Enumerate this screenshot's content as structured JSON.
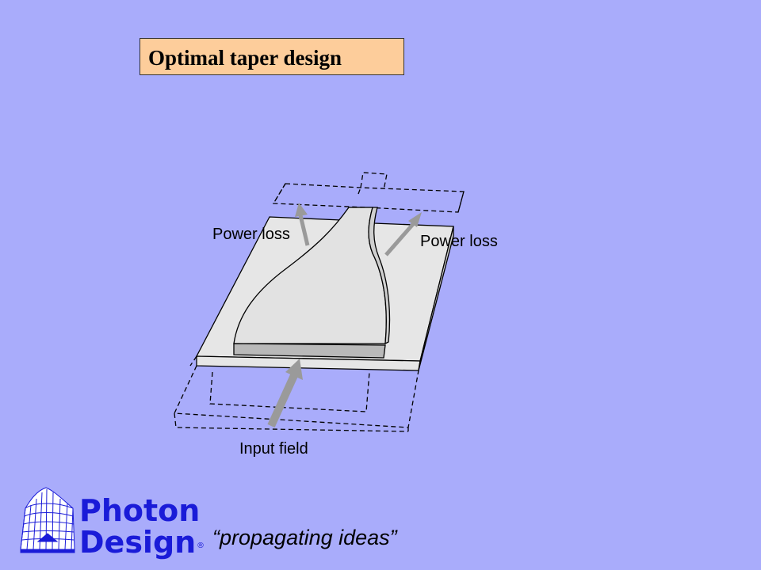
{
  "slide": {
    "title": "Optimal taper design"
  },
  "diagram": {
    "labels": {
      "power_loss_left": "Power loss",
      "power_loss_right": "Power loss",
      "input_field": "Input field"
    },
    "colors": {
      "background": "#a9acfb",
      "substrate": "#e6e6e6",
      "arrow": "#9a9a9a",
      "title_box": "#fdcd9b"
    }
  },
  "branding": {
    "company_word_1": "Photon",
    "company_word_2": "Design",
    "registered_mark": "®",
    "tagline": "“propagating ideas”",
    "icon": "mesh-surface-logo-icon",
    "brand_color": "#1a1bd8"
  }
}
